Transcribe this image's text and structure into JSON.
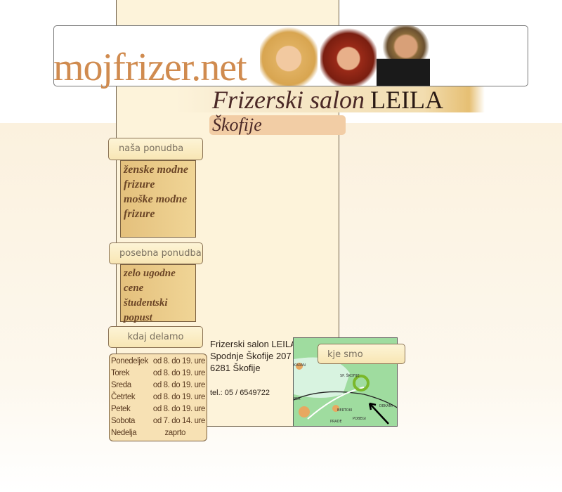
{
  "header": {
    "logo": "mojfrizer.net",
    "title_italic": "Frizerski salon",
    "title_name": "LEILA",
    "city": "Škofije"
  },
  "sections": {
    "offer": {
      "tab": "naša ponudba",
      "items": [
        "ženske modne frizure",
        "moške modne frizure"
      ]
    },
    "special": {
      "tab": "posebna ponudba",
      "items": [
        "zelo ugodne cene",
        "študentski popust"
      ]
    },
    "hours": {
      "tab": "kdaj delamo",
      "rows": [
        {
          "day": "Ponedeljek",
          "time": "od 8. do 19. ure"
        },
        {
          "day": "Torek",
          "time": "od 8. do 19. ure"
        },
        {
          "day": "Sreda",
          "time": "od 8. do 19. ure"
        },
        {
          "day": "Četrtek",
          "time": "od 8. do 19. ure"
        },
        {
          "day": "Petek",
          "time": "od 8. do 19. ure"
        },
        {
          "day": "Sobota",
          "time": "od 7. do 14. ure"
        },
        {
          "day": "Nedelja",
          "time": "zaprto"
        }
      ]
    },
    "contact": {
      "lines": [
        "Frizerski salon LEILA",
        "Spodnje Škofije 207",
        "6281 Škofije"
      ],
      "tel": "tel.: 05 / 6549722"
    },
    "map": {
      "tab": "kje smo",
      "labels": [
        "KARAN",
        "SP. ŠKOFIJE",
        "PER",
        "BERTOKI",
        "DEKANI",
        "PRADE",
        "POBEGI"
      ]
    }
  }
}
